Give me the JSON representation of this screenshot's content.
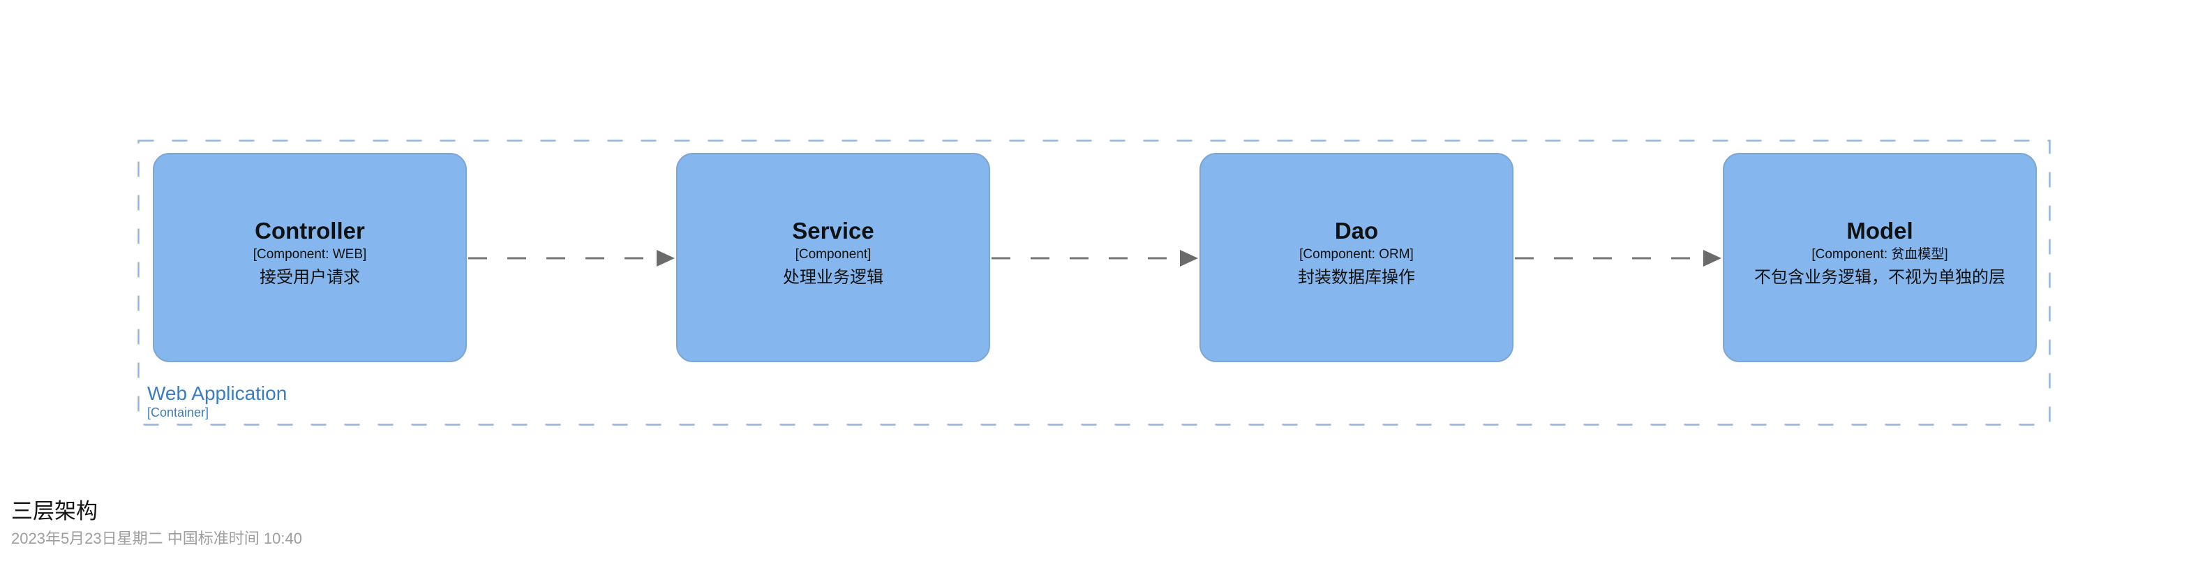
{
  "diagram": {
    "container": {
      "label": "Web Application",
      "type_label": "[Container]"
    },
    "components": [
      {
        "name": "Controller",
        "meta": "[Component: WEB]",
        "description": "接受用户请求"
      },
      {
        "name": "Service",
        "meta": "[Component]",
        "description": "处理业务逻辑"
      },
      {
        "name": "Dao",
        "meta": "[Component: ORM]",
        "description": "封装数据库操作"
      },
      {
        "name": "Model",
        "meta": "[Component: 贫血模型]",
        "description": "不包含业务逻辑，不视为单独的层"
      }
    ],
    "relationships": [
      {
        "from": "Controller",
        "to": "Service",
        "style": "dashed-arrow"
      },
      {
        "from": "Service",
        "to": "Dao",
        "style": "dashed-arrow"
      },
      {
        "from": "Dao",
        "to": "Model",
        "style": "dashed-arrow"
      }
    ]
  },
  "footer": {
    "title": "三层架构",
    "timestamp": "2023年5月23日星期二 中国标准时间 10:40"
  },
  "colors": {
    "component_fill": "#85b7ee",
    "component_border": "#7ea6d2",
    "container_border": "#93b5de",
    "container_label_text": "#3c7dc0",
    "arrow": "#747474",
    "component_text": "#111111",
    "title_text": "#141414",
    "timestamp_text": "#9e9e9e",
    "background": "#ffffff"
  }
}
